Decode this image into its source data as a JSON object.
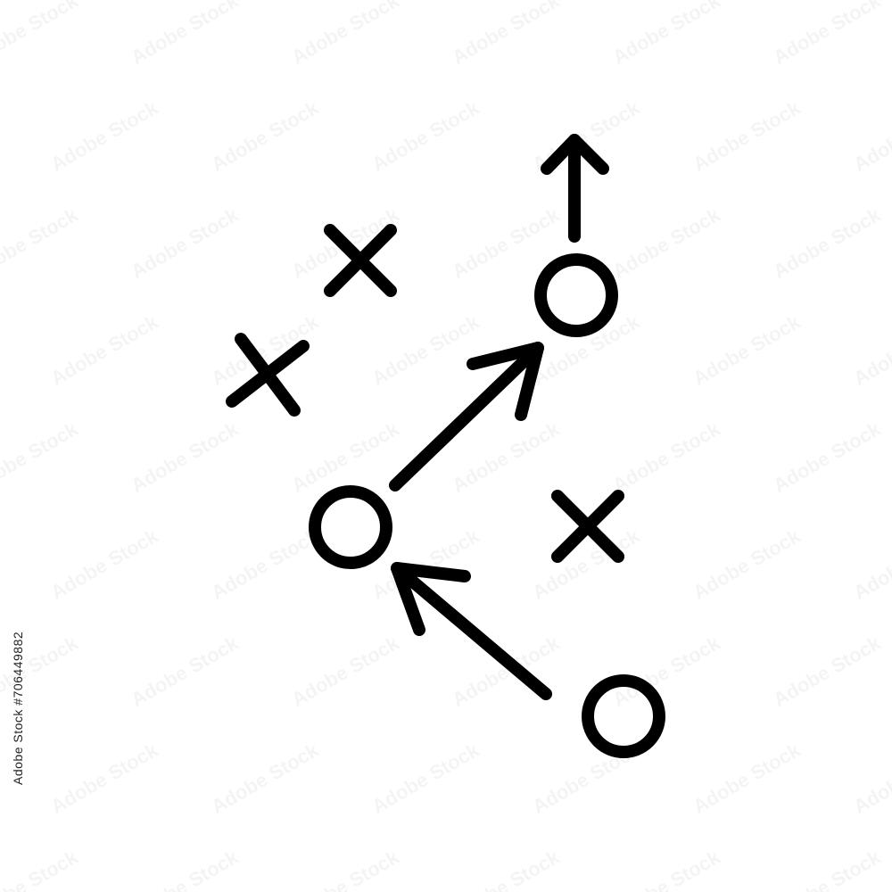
{
  "stock_id": "706449882",
  "watermark_text": "Adobe Stock",
  "icon": {
    "name": "football-play-strategy-icon",
    "stroke_color": "#000000",
    "background_color": "#ffffff",
    "symbols": [
      "x-mark",
      "x-mark",
      "x-mark",
      "o-circle",
      "o-circle",
      "o-circle"
    ],
    "arrows": [
      "arrow-up",
      "arrow-diagonal-up-right",
      "arrow-diagonal-up-left"
    ]
  }
}
